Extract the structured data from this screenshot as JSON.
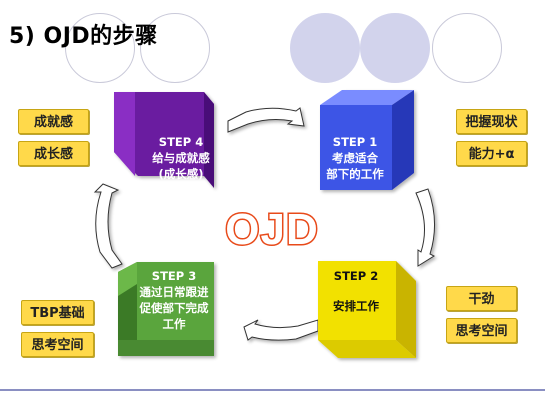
{
  "title": "5)  OJD的步骤",
  "center_text": "OJD",
  "steps": {
    "step1": {
      "label": "STEP 1",
      "lines": [
        "考虑适合",
        "部下的工作"
      ]
    },
    "step2": {
      "label": "STEP 2",
      "lines": [
        "安排工作"
      ]
    },
    "step3": {
      "label": "STEP 3",
      "lines": [
        "通过日常跟进",
        "促使部下完成",
        "工作"
      ]
    },
    "step4": {
      "label": "STEP 4",
      "lines": [
        "给与成就感",
        "(成长感)"
      ]
    }
  },
  "tags": {
    "top_left": [
      "成就感",
      "成长感"
    ],
    "top_right": [
      "把握现状",
      "能力+α"
    ],
    "bottom_left": [
      "TBP基础",
      "思考空间"
    ],
    "bottom_right": [
      "干劲",
      "思考空间"
    ]
  },
  "colors": {
    "step1": "#3d55e6",
    "step2": "#f2e100",
    "step3": "#5aa53c",
    "step4": "#6a1aa0",
    "center_text": "#e84a1a",
    "tag": "#ffd94a",
    "deco_circle": "#d2d3ec"
  }
}
